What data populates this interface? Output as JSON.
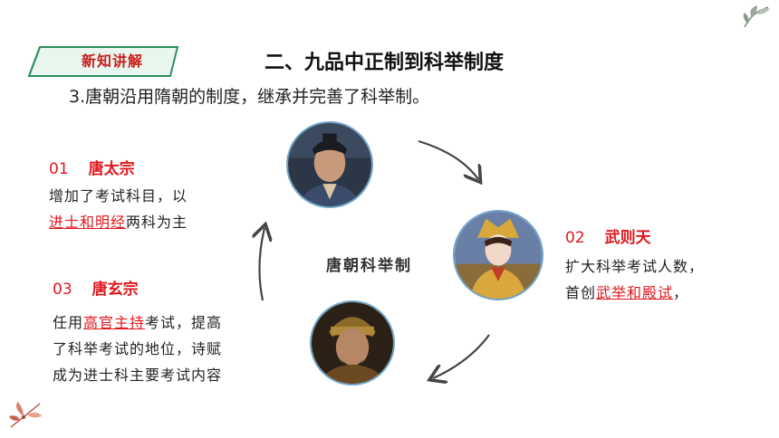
{
  "tab": {
    "label": "新知讲解"
  },
  "heading": "二、九品中正制到科举制度",
  "subheading": "3.唐朝沿用隋朝的制度，继承并完善了科举制。",
  "center_label": "唐朝科举制",
  "emperors": [
    {
      "num": "01",
      "name": "唐太宗",
      "line1": "增加了考试科目，以",
      "line2_highlight": "进士和明经",
      "line2_rest": "两科为主"
    },
    {
      "num": "02",
      "name": "武则天",
      "line1": "扩大科举考试人数，",
      "line2_prefix": "首创",
      "line2_highlight": "武举和殿试",
      "line2_rest": "，"
    },
    {
      "num": "03",
      "name": "唐玄宗",
      "line1_prefix": "任用",
      "line1_highlight": "高官主持",
      "line1_rest": "考试，提高",
      "line2": "了科举考试的地位，诗赋",
      "line3": "成为进士科主要考试内容"
    }
  ],
  "colors": {
    "accent_red": "#e0181e",
    "tab_green": "#2f8f5b",
    "tab_fill": "#e9f6ee"
  }
}
